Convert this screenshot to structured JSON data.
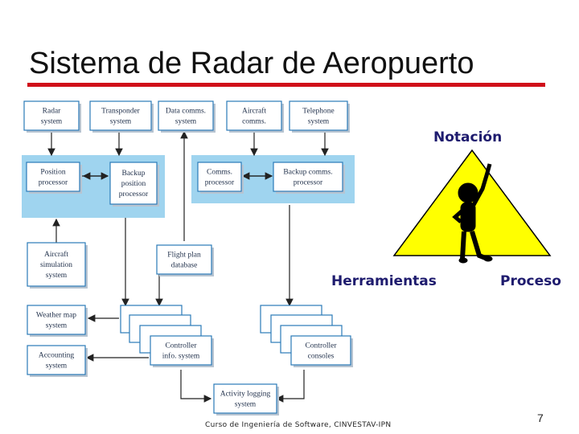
{
  "slide": {
    "title": "Sistema de Radar de Aeropuerto",
    "footer": "Curso de Ingeniería de Software, CINVESTAV-IPN",
    "page_number": "7",
    "accent_color": "#d0101a"
  },
  "diagram": {
    "boxes": {
      "radar": [
        "Radar",
        "system"
      ],
      "transponder": [
        "Transponder",
        "system"
      ],
      "datacomms": [
        "Data comms.",
        "system"
      ],
      "aircraftcomms": [
        "Aircraft",
        "comms."
      ],
      "telephone": [
        "Telephone",
        "system"
      ],
      "position": [
        "Position",
        "processor"
      ],
      "backupposition": [
        "Backup",
        "position",
        "processor"
      ],
      "commsproc": [
        "Comms.",
        "processor"
      ],
      "backupcomms": [
        "Backup comms.",
        "processor"
      ],
      "simulation": [
        "Aircraft",
        "simulation",
        "system"
      ],
      "flightplan": [
        "Flight plan",
        "database"
      ],
      "weathermap": [
        "Weather map",
        "system"
      ],
      "accounting": [
        "Accounting",
        "system"
      ],
      "controllerinfo": [
        "Controller",
        "info. system"
      ],
      "controllerconsoles": [
        "Controller",
        "consoles"
      ],
      "activitylog": [
        "Activity logging",
        "system"
      ]
    }
  },
  "triangle": {
    "notation": "Notación",
    "tools": "Herramientas",
    "process": "Proceso",
    "fill_color": "#ffff00"
  }
}
